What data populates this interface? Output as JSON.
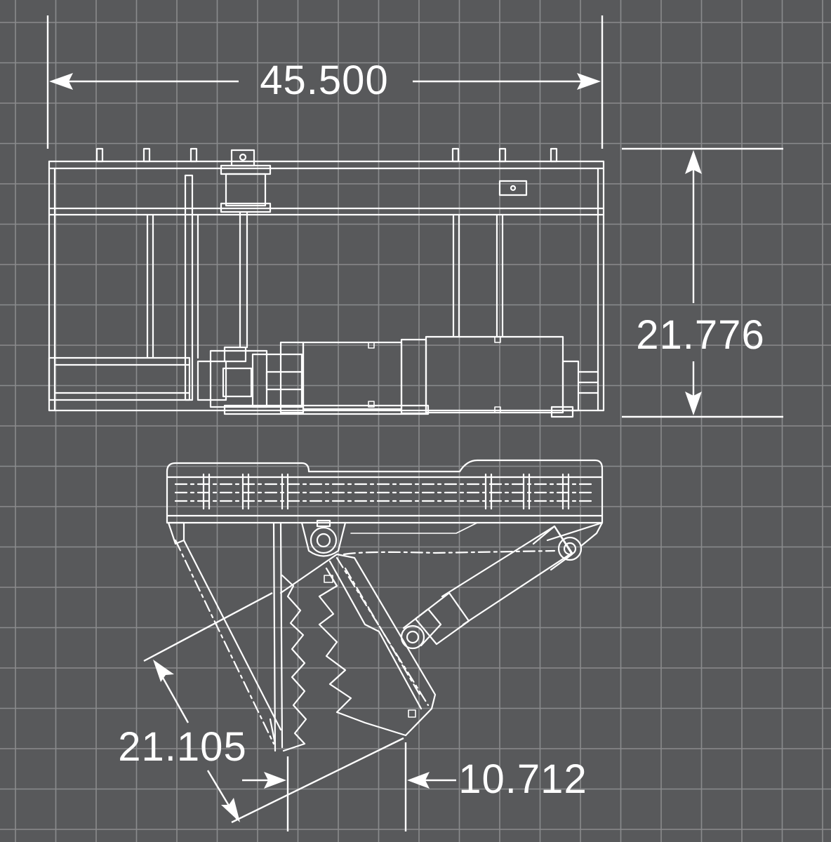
{
  "colors": {
    "background": "#58595b",
    "grid": "#8a8b8d",
    "linework": "#ffffff"
  },
  "dimensions": {
    "width": "45.500",
    "height": "21.776",
    "tine_length": "21.105",
    "jaw_opening": "10.712"
  }
}
